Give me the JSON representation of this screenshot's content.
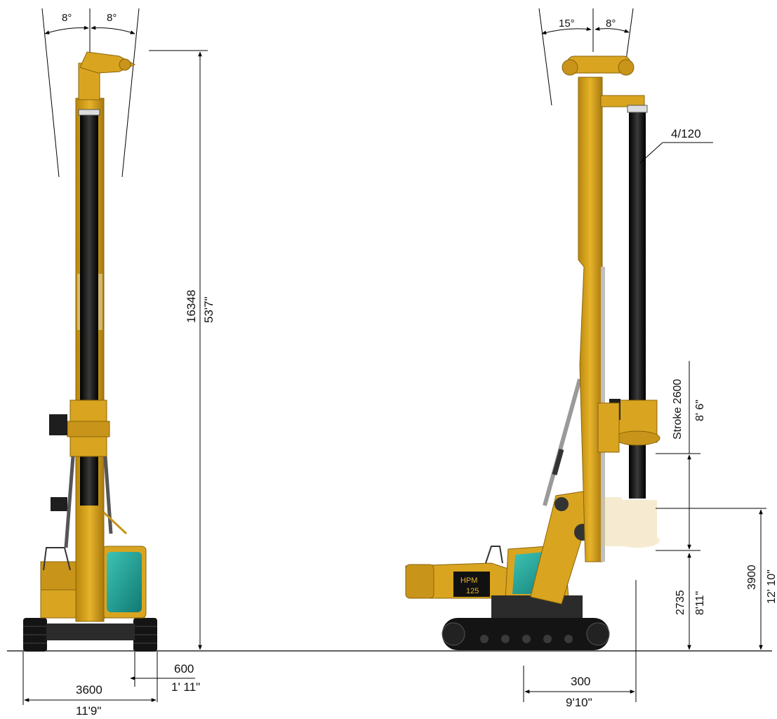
{
  "front_view": {
    "angle_left": "8°",
    "angle_right": "8°",
    "height_mm": "16348",
    "height_ft": "53'7\"",
    "offset_mm": "600",
    "offset_ft": "1' 11\"",
    "width_mm": "3600",
    "width_ft": "11'9\""
  },
  "side_view": {
    "angle_left": "15°",
    "angle_right": "8°",
    "kelly_label": "4/120",
    "stroke_mm": "Stroke 2600",
    "stroke_ft": "8' 6\"",
    "height_a_mm": "2735",
    "height_a_ft": "8'11\"",
    "height_b_mm": "3900",
    "height_b_ft": "12' 10\"",
    "radius_mm": "300",
    "radius_ft": "9'10\"",
    "model_badge_line1": "HPM",
    "model_badge_line2": "125"
  },
  "colors": {
    "machine_yellow": "#d9a520",
    "machine_dark_yellow": "#a8790f",
    "kelly_black": "#1a1a1a",
    "cab_glass": "#1f9e93",
    "track_black": "#141414"
  }
}
